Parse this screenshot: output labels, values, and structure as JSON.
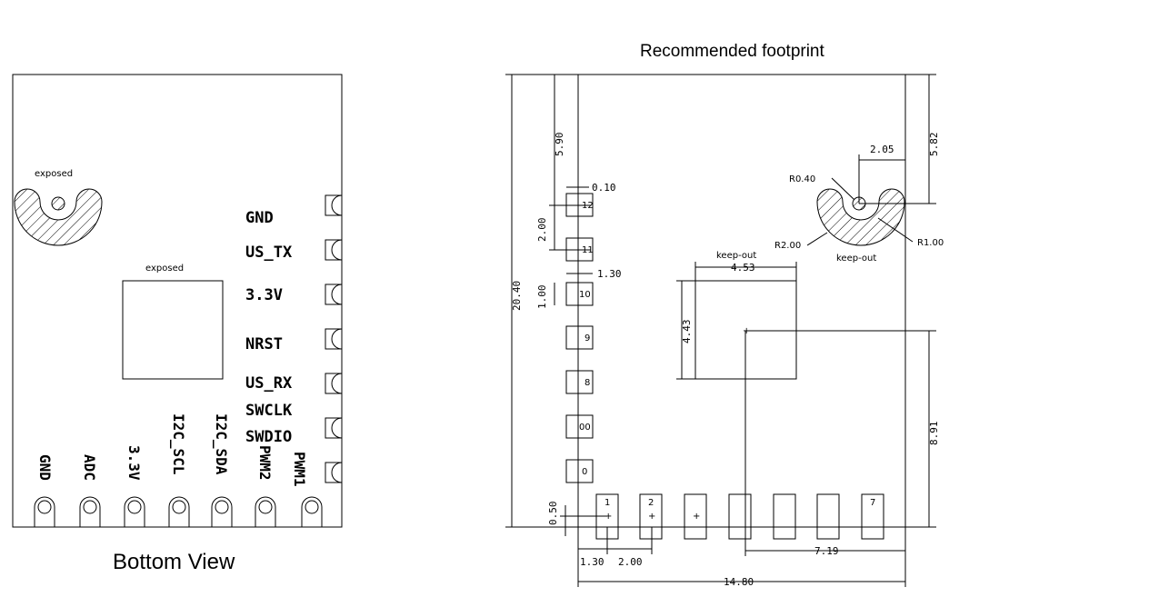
{
  "bottom_view": {
    "title": "Bottom View",
    "exposed_top": "exposed",
    "exposed_center": "exposed",
    "side_pins": [
      "GND",
      "US_TX",
      "3.3V",
      "NRST",
      "US_RX",
      "SWCLK",
      "SWDIO"
    ],
    "bottom_pins": [
      "GND",
      "ADC",
      "3.3V",
      "I2C_SCL",
      "I2C_SDA",
      "PWM2",
      "PWM1"
    ]
  },
  "footprint": {
    "title": "Recommended footprint",
    "left_pads": [
      "12",
      "11",
      "10",
      "9",
      "8",
      "00",
      "0"
    ],
    "bottom_pads": [
      "1",
      "2",
      "+",
      "",
      "",
      "",
      "7"
    ],
    "keepout_center": "keep-out",
    "keepout_hole": "keep-out",
    "dims": {
      "d590": "5.90",
      "d010": "0.10",
      "d200v": "2.00",
      "d130top": "1.30",
      "d100": "1.00",
      "d2040": "20.40",
      "d453": "4.53",
      "d443": "4.43",
      "d050": "0.50",
      "d130b": "1.30",
      "d200h": "2.00",
      "d1480": "14.80",
      "d719": "7.19",
      "d891": "8.91",
      "d582": "5.82",
      "d205": "2.05",
      "r040": "R0.40",
      "r200": "R2.00",
      "r100": "R1.00"
    }
  }
}
